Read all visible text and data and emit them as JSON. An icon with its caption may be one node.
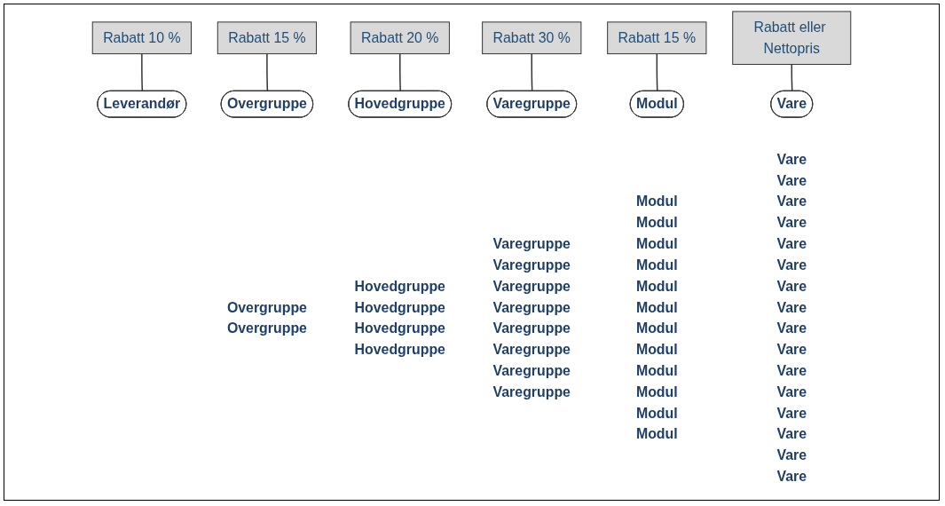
{
  "diagram": {
    "nodes": [
      {
        "text": [
          "Rabatt 10 %"
        ]
      },
      {
        "text": [
          "Leverandør"
        ]
      },
      {
        "text": [
          "Rabatt 15 %"
        ]
      },
      {
        "text": [
          "Overgruppe"
        ],
        "beside": [
          "Overgruppe",
          "Overgruppe"
        ]
      },
      {
        "text": [
          "Rabatt 20 %"
        ]
      },
      {
        "text": [
          "Hovedgruppe"
        ],
        "beside": [
          "Hovedgruppe",
          "Hovedgruppe",
          "Hovedgruppe",
          "Hovedgruppe"
        ]
      },
      {
        "text": [
          "Rabatt 30 %"
        ]
      },
      {
        "text": [
          "Varegruppe"
        ],
        "beside": [
          "Varegruppe",
          "Varegruppe",
          "Varegruppe",
          "Varegruppe",
          "Varegruppe",
          "Varegruppe",
          "Varegruppe",
          "Varegruppe"
        ]
      },
      {
        "text": [
          "Rabatt 15 %"
        ]
      },
      {
        "text": [
          "Modul"
        ],
        "beside": [
          "Modul",
          "Modul",
          "Modul",
          "Modul",
          "Modul",
          "Modul",
          "Modul",
          "Modul",
          "Modul",
          "Modul",
          "Modul",
          "Modul"
        ]
      },
      {
        "text": [
          "Rabatt eller Nettopris"
        ]
      },
      {
        "text": [
          "Vare"
        ],
        "beside": [
          "Vare",
          "Vare",
          "Vare",
          "Vare",
          "Vare",
          "Vare",
          "Vare",
          "Vare",
          "Vare",
          "Vare",
          "Vare",
          "Vare",
          "Vare",
          "Vare",
          "Vare",
          "Vare"
        ]
      }
    ],
    "edges": [
      {
        "from": 0,
        "to": 1,
        "arrow": "none"
      },
      {
        "from": 2,
        "to": 3,
        "arrow": "none"
      },
      {
        "from": 4,
        "to": 5,
        "arrow": "none"
      },
      {
        "from": 6,
        "to": 7,
        "arrow": "none"
      },
      {
        "from": 8,
        "to": 9,
        "arrow": "none"
      },
      {
        "from": 10,
        "to": 11,
        "arrow": "none"
      }
    ]
  }
}
